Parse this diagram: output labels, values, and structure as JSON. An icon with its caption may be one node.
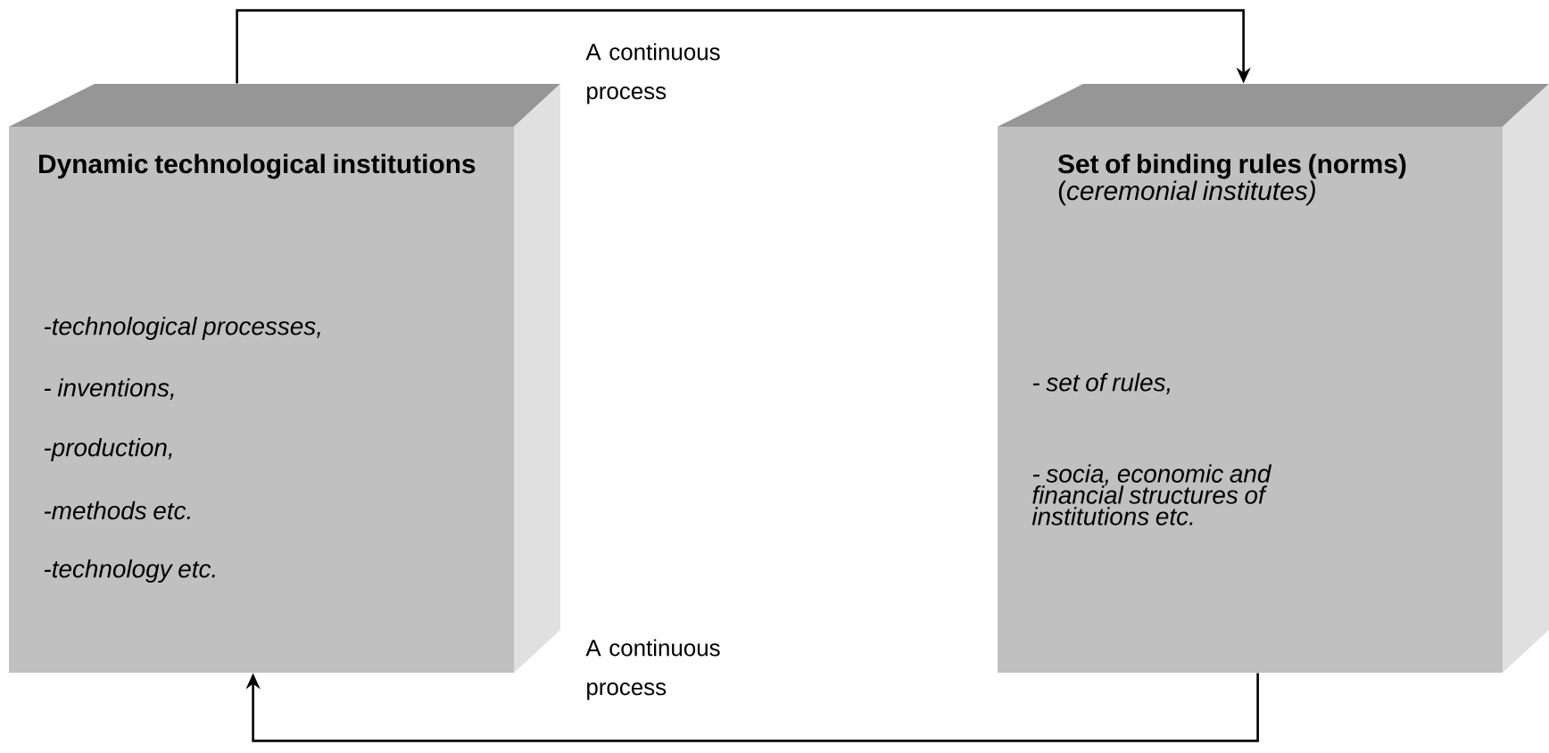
{
  "diagram": {
    "nodes": [
      {
        "text": [
          "Dynamic technological institutions",
          "-technological processes,",
          "- inventions,",
          "-production,",
          "-methods etc.",
          "-technology etc."
        ]
      },
      {
        "text": [
          "**Set of binding rules (norms)** (*ceremonial institutes)*",
          "- set of rules,",
          "- socia, economic and financial structures of institutions etc."
        ]
      }
    ],
    "edges": [
      {
        "from": 0,
        "to": 1,
        "arrow": "to",
        "label": "A continuous process"
      },
      {
        "from": 1,
        "to": 0,
        "arrow": "to",
        "label": "A continuous process"
      }
    ]
  }
}
